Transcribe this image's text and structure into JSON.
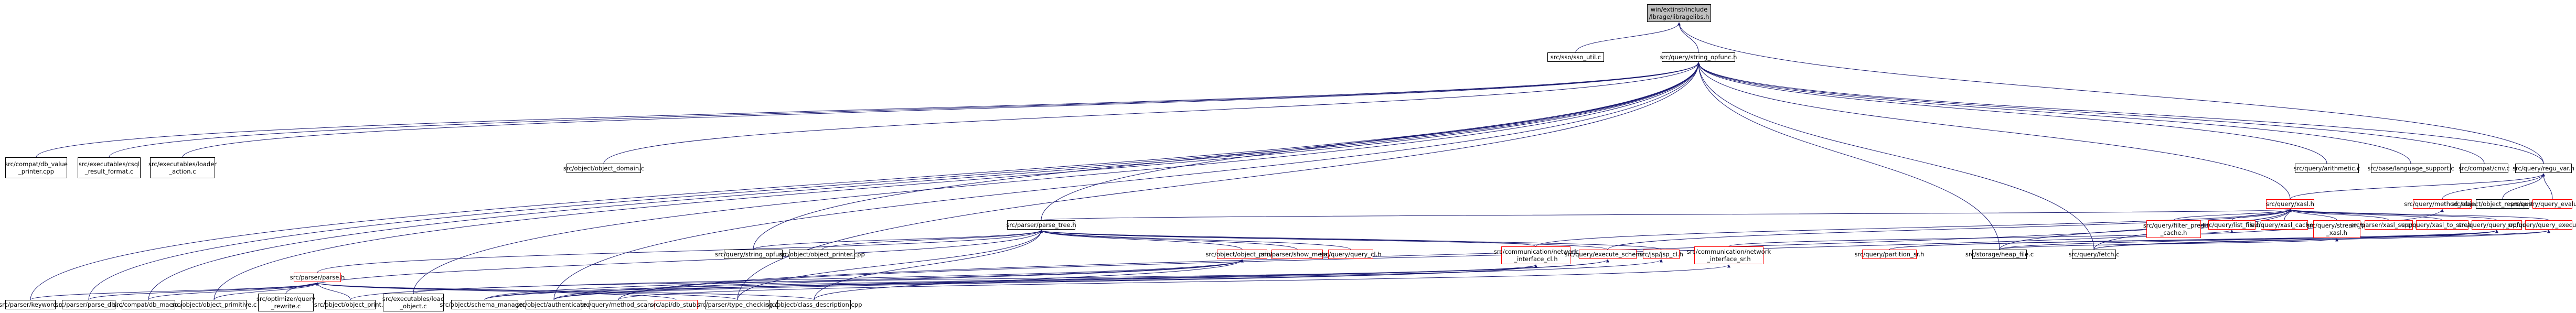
{
  "graph": {
    "edge_color": "#191970",
    "red_node_border": "#ff0000",
    "root_node_fill": "#bfbfbf",
    "nodes": [
      {
        "id": "root",
        "label": "win/extinst/include\n/lbrage/libragelibs.h"
      },
      {
        "id": "sso_util",
        "label": "src/sso/sso_util.c"
      },
      {
        "id": "string_opfunc_h",
        "label": "src/query/string_opfunc.h"
      },
      {
        "id": "compat_db_value_printer",
        "label": "src/compat/db_value\n_printer.cpp"
      },
      {
        "id": "executables_csql_result_format",
        "label": "src/executables/csql\n_result_format.c"
      },
      {
        "id": "executables_loader_action",
        "label": "src/executables/loader\n_action.c"
      },
      {
        "id": "object_object_domain",
        "label": "src/object/object_domain.c"
      },
      {
        "id": "query_arithmetic",
        "label": "src/query/arithmetic.c"
      },
      {
        "id": "base_language_support",
        "label": "src/base/language_support.c"
      },
      {
        "id": "compat_cnv",
        "label": "src/compat/cnv.c"
      },
      {
        "id": "query_regu_var_h",
        "label": "src/query/regu_var.h"
      },
      {
        "id": "query_xasl_h",
        "label": "src/query/xasl.h"
      },
      {
        "id": "query_method_scan_h",
        "label": "src/query/method_scan.h"
      },
      {
        "id": "object_object_representation",
        "label": "src/object/object_representation.c"
      },
      {
        "id": "query_query_evaluator_h",
        "label": "src/query/query_evaluator.h"
      },
      {
        "id": "parser_parse_tree_h",
        "label": "src/parser/parse_tree.h"
      },
      {
        "id": "query_filter_pred_cache_h",
        "label": "src/query/filter_pred\n_cache.h"
      },
      {
        "id": "query_list_file_h",
        "label": "src/query/list_file.h"
      },
      {
        "id": "query_xasl_cache_h",
        "label": "src/query/xasl_cache.h"
      },
      {
        "id": "query_stream_to_xasl_h",
        "label": "src/query/stream_to\n_xasl.h"
      },
      {
        "id": "parser_xasl_support_h",
        "label": "src/parser/xasl_support.h"
      },
      {
        "id": "query_xasl_to_stream_h",
        "label": "src/query/xasl_to_stream.h"
      },
      {
        "id": "query_query_opfunc_h",
        "label": "src/query/query_opfunc.h"
      },
      {
        "id": "query_query_executor_h",
        "label": "src/query/query_executor.h"
      },
      {
        "id": "query_string_opfunc_c",
        "label": "src/query/string_opfunc.c"
      },
      {
        "id": "object_object_printer_cpp",
        "label": "src/object/object_printer.cpp"
      },
      {
        "id": "object_object_print_h",
        "label": "src/object/object_print.h"
      },
      {
        "id": "parser_show_meta_h",
        "label": "src/parser/show_meta.h"
      },
      {
        "id": "query_query_cl_h",
        "label": "src/query/query_cl.h"
      },
      {
        "id": "communication_network_interface_cl_h",
        "label": "src/communication/network\n_interface_cl.h"
      },
      {
        "id": "query_execute_schema_h",
        "label": "src/query/execute_schema.h"
      },
      {
        "id": "jsp_jsp_cl_h",
        "label": "src/jsp/jsp_cl.h"
      },
      {
        "id": "communication_network_interface_sr_h",
        "label": "src/communication/network\n_interface_sr.h"
      },
      {
        "id": "query_partition_sr_h",
        "label": "src/query/partition_sr.h"
      },
      {
        "id": "storage_heap_file_c",
        "label": "src/storage/heap_file.c"
      },
      {
        "id": "query_fetch_c",
        "label": "src/query/fetch.c"
      },
      {
        "id": "parser_parse_h",
        "label": "src/parser/parse.h"
      },
      {
        "id": "parser_keyword_c",
        "label": "src/parser/keyword.c"
      },
      {
        "id": "parser_parse_dbi_c",
        "label": "src/parser/parse_dbi.c"
      },
      {
        "id": "compat_db_macro_c",
        "label": "src/compat/db_macro.c"
      },
      {
        "id": "object_object_primitive_c",
        "label": "src/object/object_primitive.c"
      },
      {
        "id": "optimizer_query_rewrite_c",
        "label": "src/optimizer/query\n_rewrite.c"
      },
      {
        "id": "object_object_print_c",
        "label": "src/object/object_print.c"
      },
      {
        "id": "executables_load_object_c",
        "label": "src/executables/load\n_object.c"
      },
      {
        "id": "object_schema_manager_c",
        "label": "src/object/schema_manager.c"
      },
      {
        "id": "object_authenticate_c",
        "label": "src/object/authenticate.c"
      },
      {
        "id": "query_method_scan_c",
        "label": "src/query/method_scan.c"
      },
      {
        "id": "api_db_stub_h",
        "label": "src/api/db_stub.h"
      },
      {
        "id": "parser_type_checking_c",
        "label": "src/parser/type_checking.c"
      },
      {
        "id": "object_class_description_cpp",
        "label": "src/object/class_description.cpp"
      }
    ]
  }
}
